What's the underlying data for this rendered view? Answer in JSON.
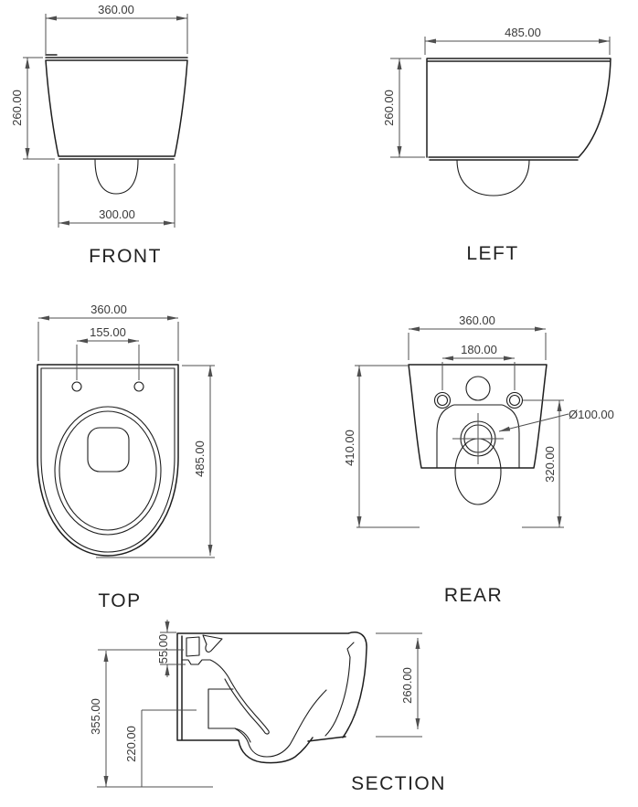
{
  "drawing": {
    "type": "technical-orthographic-drawing",
    "subject": "wall-hung toilet pan dimensions",
    "units_format": "two-decimal millimetres",
    "colors": {
      "geometry_line": "#1e1e1e",
      "dimension_line": "#4f4f4f",
      "text": "#3a3a3a",
      "background": "#ffffff"
    }
  },
  "views": {
    "front": {
      "label": "FRONT",
      "dims": {
        "overall_width": "360.00",
        "height": "260.00",
        "bottom_width": "300.00"
      }
    },
    "left": {
      "label": "LEFT",
      "dims": {
        "depth": "485.00",
        "height": "260.00"
      }
    },
    "top": {
      "label": "TOP",
      "dims": {
        "overall_width": "360.00",
        "seat_hole_spacing": "155.00",
        "depth": "485.00"
      }
    },
    "rear": {
      "label": "REAR",
      "dims": {
        "overall_width": "360.00",
        "fixing_hole_spacing": "180.00",
        "overall_height": "410.00",
        "outlet_height": "320.00",
        "outlet_diameter": "Ø100.00"
      }
    },
    "section": {
      "label": "SECTION",
      "dims": {
        "rim_inlet_offset": "55.00",
        "overall_height": "355.00",
        "outlet_centre_height": "220.00",
        "body_height": "260.00"
      }
    }
  }
}
